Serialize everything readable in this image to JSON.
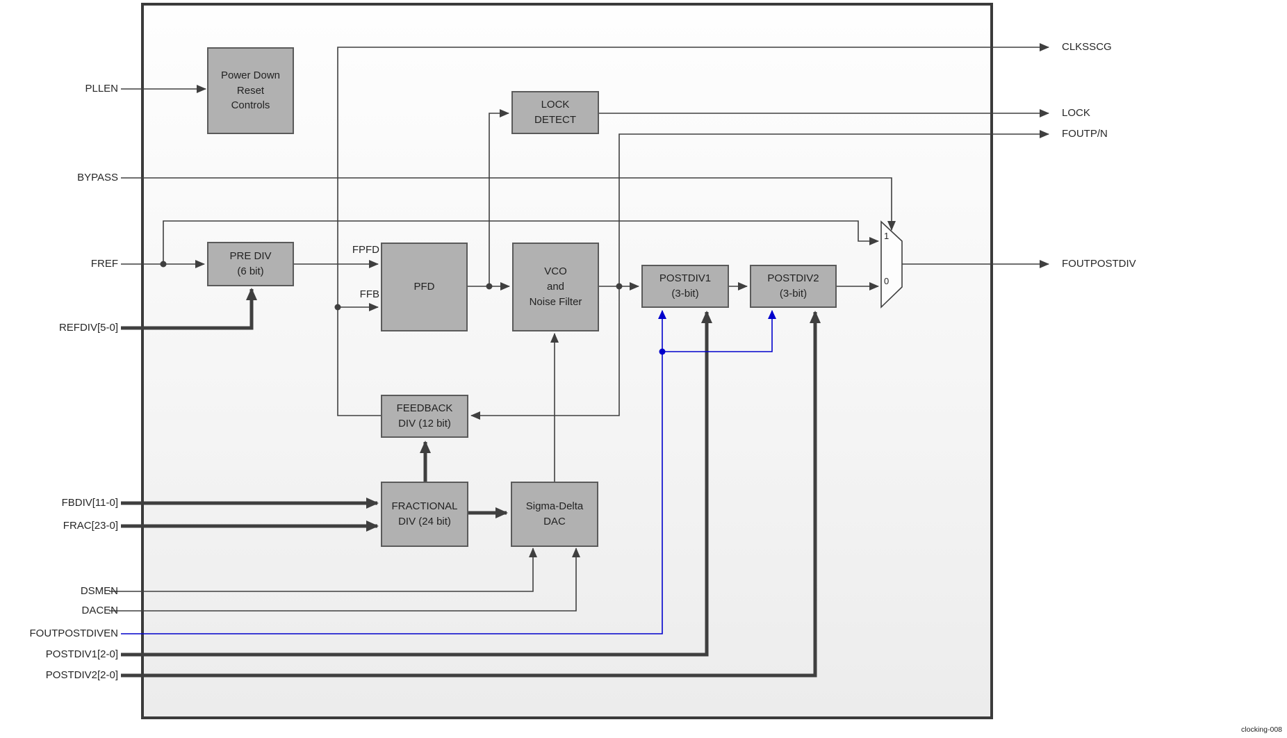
{
  "colors": {
    "wire": "#3f3f3f",
    "wire_blue": "#0000cc",
    "block_fill": "#b1b1b1",
    "block_border": "#5a5a5a",
    "outer_border": "#3b3b3b",
    "text": "#262626"
  },
  "caption": "clocking-008",
  "inputs": [
    {
      "id": "pllen",
      "label": "PLLEN"
    },
    {
      "id": "bypass",
      "label": "BYPASS"
    },
    {
      "id": "fref",
      "label": "FREF"
    },
    {
      "id": "refdiv",
      "label": "REFDIV[5-0]"
    },
    {
      "id": "fbdiv",
      "label": "FBDIV[11-0]"
    },
    {
      "id": "frac",
      "label": "FRAC[23-0]"
    },
    {
      "id": "dsmen",
      "label": "DSMEN"
    },
    {
      "id": "dacen",
      "label": "DACEN"
    },
    {
      "id": "foutpostdiven",
      "label": "FOUTPOSTDIVEN"
    },
    {
      "id": "postdiv1",
      "label": "POSTDIV1[2-0]"
    },
    {
      "id": "postdiv2",
      "label": "POSTDIV2[2-0]"
    }
  ],
  "outputs": [
    {
      "id": "clksscg",
      "label": "CLKSSCG"
    },
    {
      "id": "lock",
      "label": "LOCK"
    },
    {
      "id": "foutpn",
      "label": "FOUTP/N"
    },
    {
      "id": "foutpostdiv",
      "label": "FOUTPOSTDIV"
    }
  ],
  "blocks": {
    "power_down": {
      "lines": [
        "Power Down",
        "Reset",
        "Controls"
      ]
    },
    "lock_detect": {
      "lines": [
        "LOCK",
        "DETECT"
      ]
    },
    "pre_div": {
      "lines": [
        "PRE DIV",
        "(6 bit)"
      ]
    },
    "pfd": {
      "lines": [
        "PFD"
      ]
    },
    "vco": {
      "lines": [
        "VCO",
        "and",
        "Noise Filter"
      ]
    },
    "postdiv1": {
      "lines": [
        "POSTDIV1",
        "(3-bit)"
      ]
    },
    "postdiv2": {
      "lines": [
        "POSTDIV2",
        "(3-bit)"
      ]
    },
    "feedback_div": {
      "lines": [
        "FEEDBACK",
        "DIV (12 bit)"
      ]
    },
    "fractional_div": {
      "lines": [
        "FRACTIONAL",
        "DIV (24 bit)"
      ]
    },
    "sigma_delta_dac": {
      "lines": [
        "Sigma-Delta",
        "DAC"
      ]
    }
  },
  "wire_labels": {
    "fpfd": "FPFD",
    "ffb": "FFB"
  },
  "mux": {
    "top_input": "1",
    "bottom_input": "0"
  }
}
